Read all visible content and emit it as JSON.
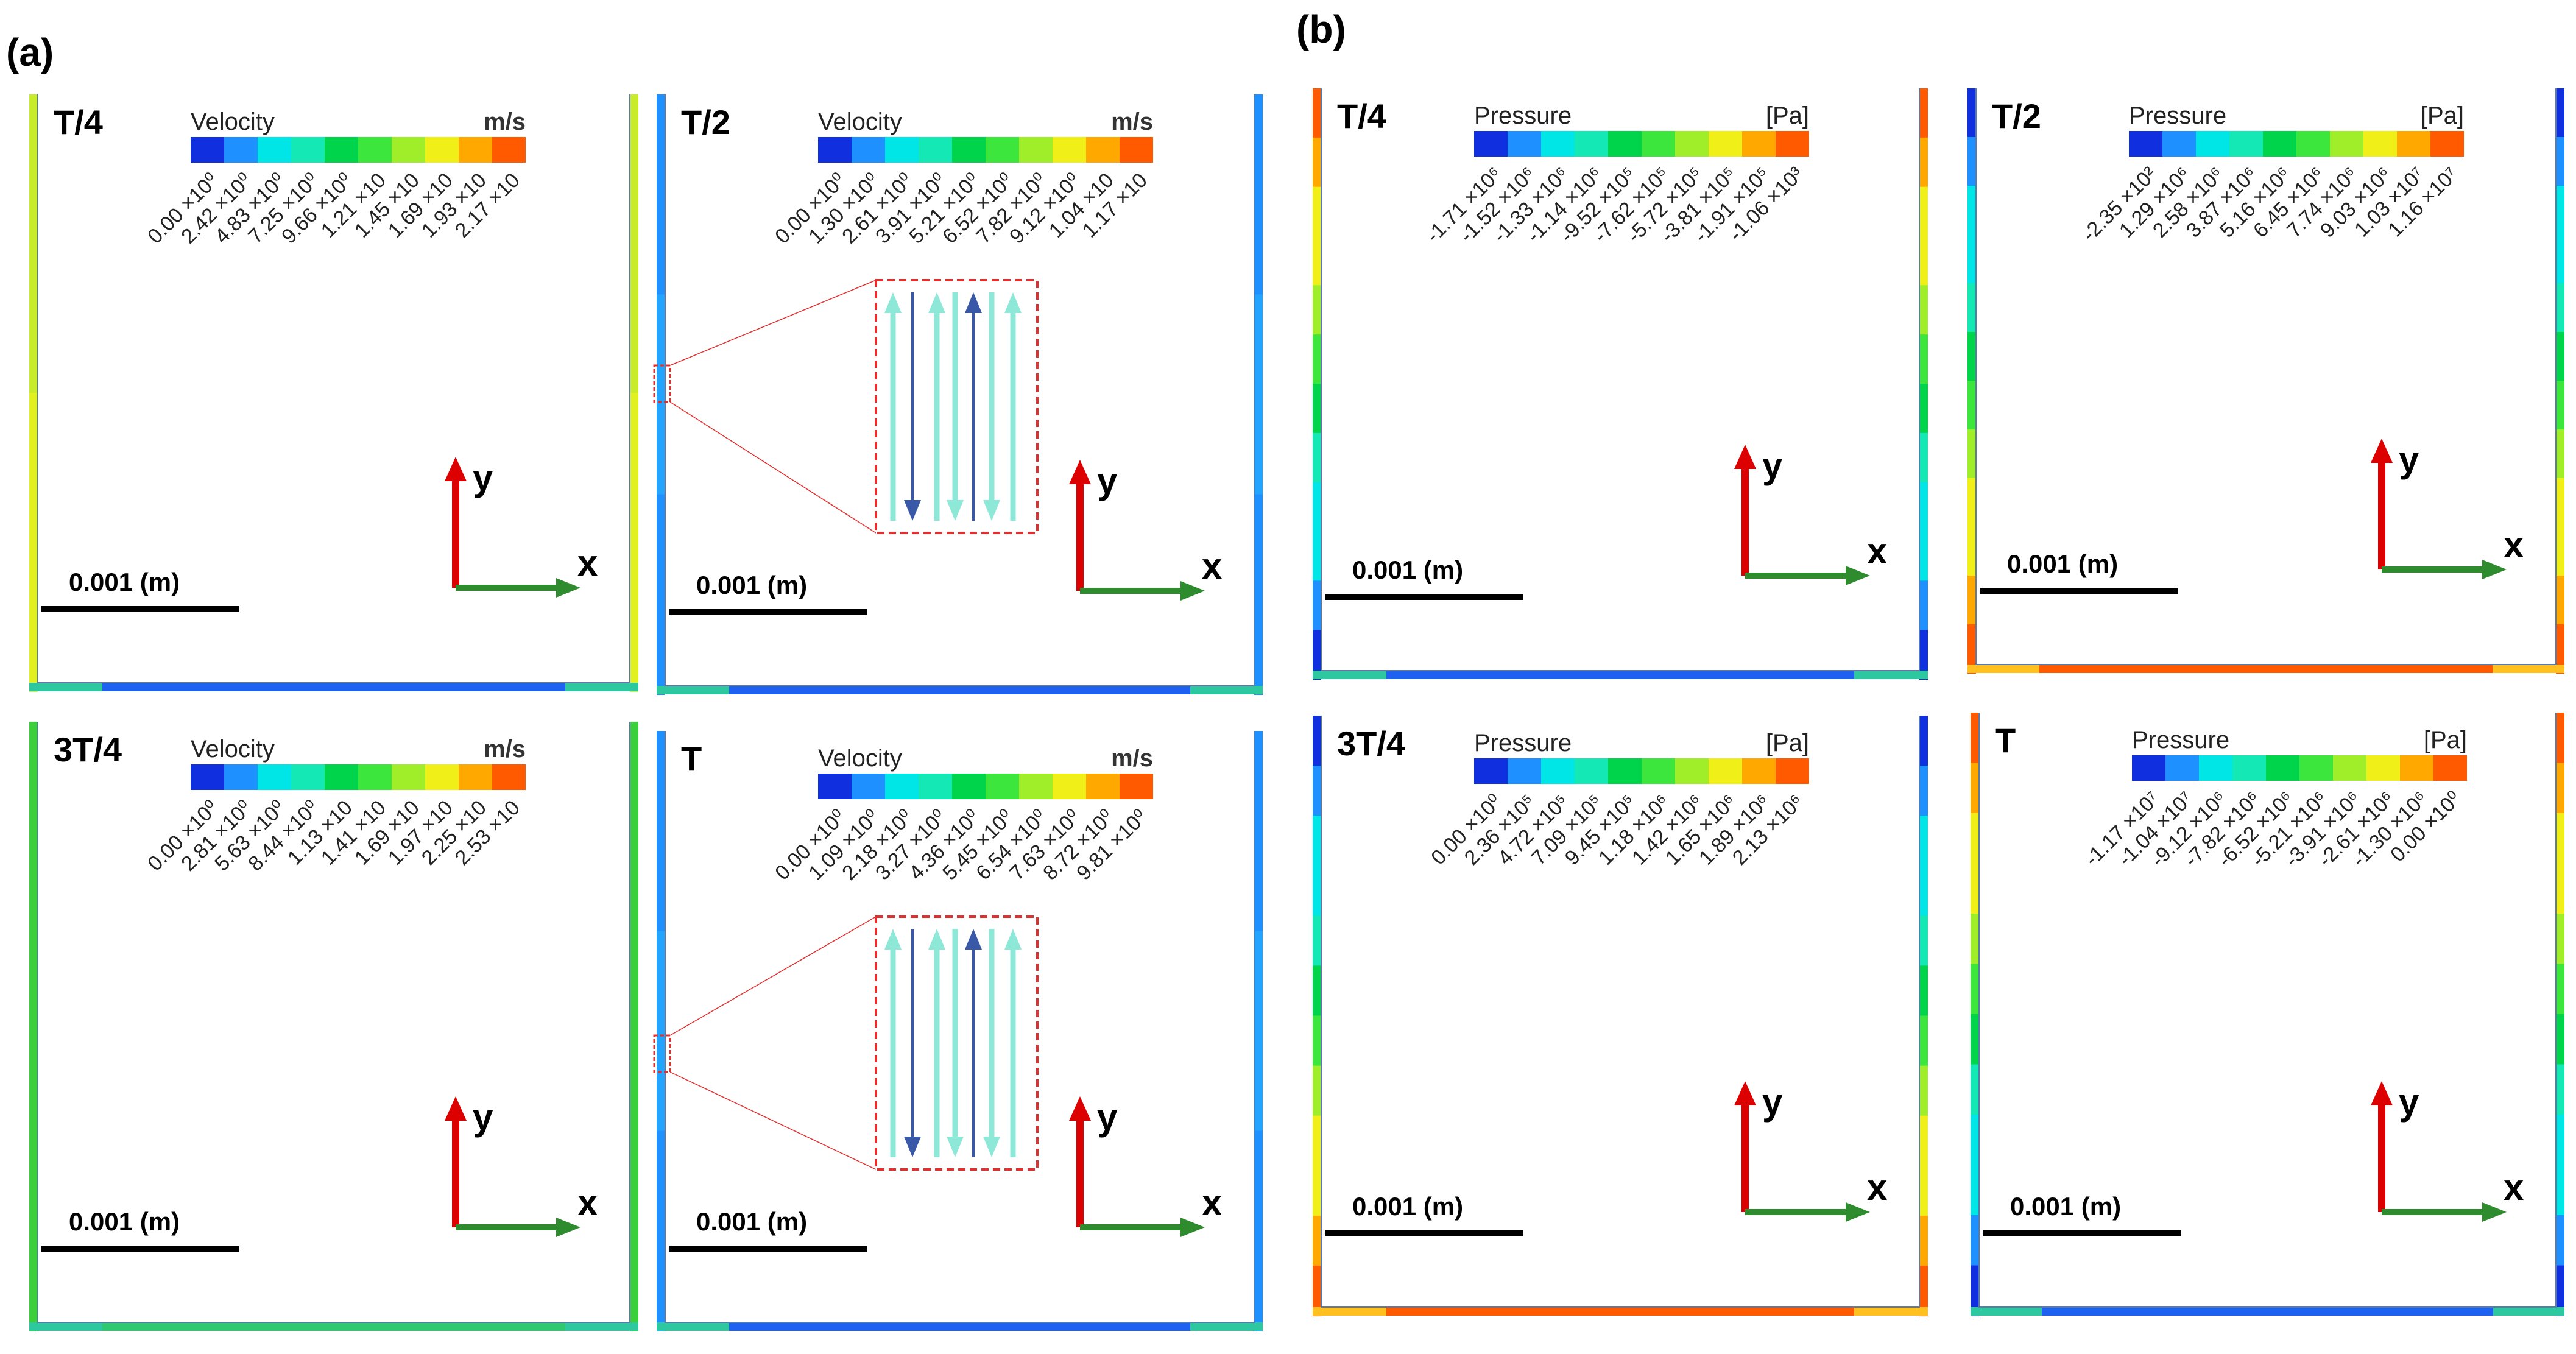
{
  "figure": {
    "panel_labels": [
      "(a)",
      "(b)"
    ],
    "colors": {
      "colormap": [
        "#1030e0",
        "#1e90ff",
        "#00e5e5",
        "#14e8b4",
        "#00d44a",
        "#3ce63c",
        "#a0ee2a",
        "#f0f018",
        "#ffa800",
        "#ff5a00"
      ],
      "y_arrow": "#dd0000",
      "x_arrow": "#2e8b2e",
      "zoom_box": "#e03030",
      "vector_light": "#8ee8d8",
      "vector_dark": "#3a58a8"
    },
    "plots": [
      {
        "id": "vel-t4",
        "title": "T/4",
        "quantity": "Velocity",
        "unit": "m/s",
        "ticks": [
          "0.00 ×10⁰",
          "2.42 ×10⁰",
          "4.83 ×10⁰",
          "7.25 ×10⁰",
          "9.66 ×10⁰",
          "1.21 ×10",
          "1.45 ×10",
          "1.69 ×10",
          "1.93 ×10",
          "2.17 ×10"
        ],
        "scale_bar": "0.001 (m)",
        "axis_x": "x",
        "axis_y": "y",
        "wall_color": "green-yellow",
        "bottom_color": "blue",
        "inset": false
      },
      {
        "id": "vel-t2",
        "title": "T/2",
        "quantity": "Velocity",
        "unit": "m/s",
        "ticks": [
          "0.00 ×10⁰",
          "1.30 ×10⁰",
          "2.61 ×10⁰",
          "3.91 ×10⁰",
          "5.21 ×10⁰",
          "6.52 ×10⁰",
          "7.82 ×10⁰",
          "9.12 ×10⁰",
          "1.04 ×10",
          "1.17 ×10"
        ],
        "scale_bar": "0.001 (m)",
        "axis_x": "x",
        "axis_y": "y",
        "wall_color": "blue",
        "bottom_color": "blue",
        "inset": true
      },
      {
        "id": "vel-3t4",
        "title": "3T/4",
        "quantity": "Velocity",
        "unit": "m/s",
        "ticks": [
          "0.00 ×10⁰",
          "2.81 ×10⁰",
          "5.63 ×10⁰",
          "8.44 ×10⁰",
          "1.13 ×10",
          "1.41 ×10",
          "1.69 ×10",
          "1.97 ×10",
          "2.25 ×10",
          "2.53 ×10"
        ],
        "scale_bar": "0.001 (m)",
        "axis_x": "x",
        "axis_y": "y",
        "wall_color": "green",
        "bottom_color": "green-blue",
        "inset": false
      },
      {
        "id": "vel-t",
        "title": "T",
        "quantity": "Velocity",
        "unit": "m/s",
        "ticks": [
          "0.00 ×10⁰",
          "1.09 ×10⁰",
          "2.18 ×10⁰",
          "3.27 ×10⁰",
          "4.36 ×10⁰",
          "5.45 ×10⁰",
          "6.54 ×10⁰",
          "7.63 ×10⁰",
          "8.72 ×10⁰",
          "9.81 ×10⁰"
        ],
        "scale_bar": "0.001 (m)",
        "axis_x": "x",
        "axis_y": "y",
        "wall_color": "blue",
        "bottom_color": "blue",
        "inset": true
      },
      {
        "id": "pre-t4",
        "title": "T/4",
        "quantity": "Pressure",
        "unit": "[Pa]",
        "ticks": [
          "-1.71 ×10⁶",
          "-1.52 ×10⁶",
          "-1.33 ×10⁶",
          "-1.14 ×10⁶",
          "-9.52 ×10⁵",
          "-7.62 ×10⁵",
          "-5.72 ×10⁵",
          "-3.81 ×10⁵",
          "-1.91 ×10⁵",
          "-1.06 ×10³"
        ],
        "scale_bar": "0.001 (m)",
        "axis_x": "x",
        "axis_y": "y",
        "wall_color": "gradient-down",
        "bottom_color": "blue",
        "inset": false
      },
      {
        "id": "pre-t2",
        "title": "T/2",
        "quantity": "Pressure",
        "unit": "[Pa]",
        "ticks": [
          "-2.35 ×10²",
          "1.29 ×10⁶",
          "2.58 ×10⁶",
          "3.87 ×10⁶",
          "5.16 ×10⁶",
          "6.45 ×10⁶",
          "7.74 ×10⁶",
          "9.03 ×10⁶",
          "1.03 ×10⁷",
          "1.16 ×10⁷"
        ],
        "scale_bar": "0.001 (m)",
        "axis_x": "x",
        "axis_y": "y",
        "wall_color": "gradient-up",
        "bottom_color": "orange",
        "inset": false
      },
      {
        "id": "pre-3t4",
        "title": "3T/4",
        "quantity": "Pressure",
        "unit": "[Pa]",
        "ticks": [
          "0.00 ×10⁰",
          "2.36 ×10⁵",
          "4.72 ×10⁵",
          "7.09 ×10⁵",
          "9.45 ×10⁵",
          "1.18 ×10⁶",
          "1.42 ×10⁶",
          "1.65 ×10⁶",
          "1.89 ×10⁶",
          "2.13 ×10⁶"
        ],
        "scale_bar": "0.001 (m)",
        "axis_x": "x",
        "axis_y": "y",
        "wall_color": "gradient-up",
        "bottom_color": "orange",
        "inset": false
      },
      {
        "id": "pre-t",
        "title": "T",
        "quantity": "Pressure",
        "unit": "[Pa]",
        "ticks": [
          "-1.17 ×10⁷",
          "-1.04 ×10⁷",
          "-9.12 ×10⁶",
          "-7.82 ×10⁶",
          "-6.52 ×10⁶",
          "-5.21 ×10⁶",
          "-3.91 ×10⁶",
          "-2.61 ×10⁶",
          "-1.30 ×10⁶",
          "0.00 ×10⁰"
        ],
        "scale_bar": "0.001 (m)",
        "axis_x": "x",
        "axis_y": "y",
        "wall_color": "gradient-down",
        "bottom_color": "blue",
        "inset": false
      }
    ]
  }
}
